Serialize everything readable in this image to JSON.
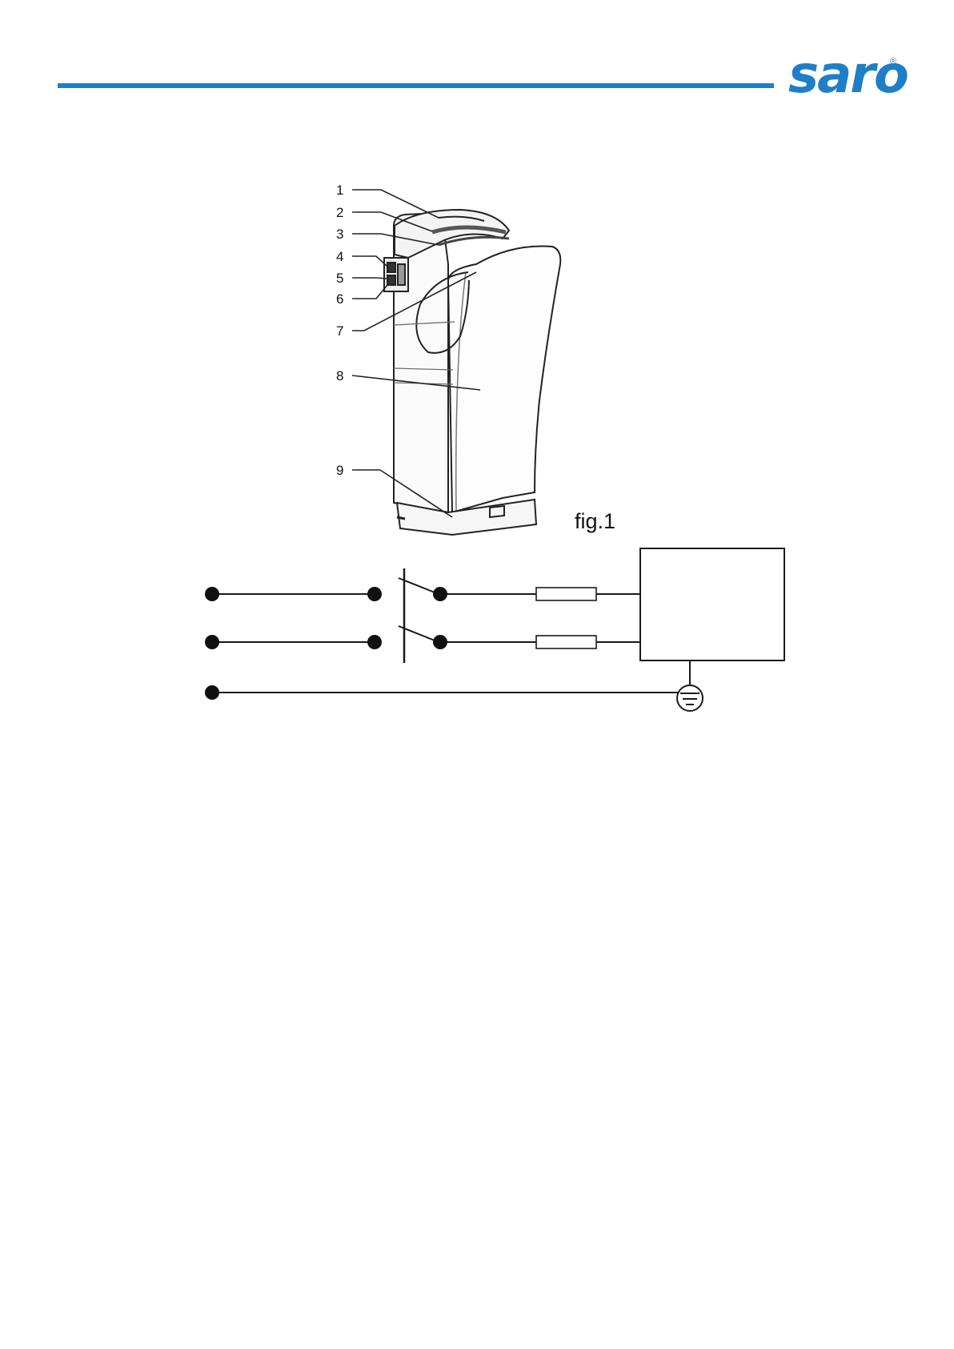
{
  "header": {
    "logo_text": "saro",
    "registered_mark": "®",
    "accent_color": "#1f7fc6"
  },
  "figure1": {
    "label": "fig.1",
    "callouts": [
      "1",
      "2",
      "3",
      "4",
      "5",
      "6",
      "7",
      "8",
      "9"
    ]
  }
}
